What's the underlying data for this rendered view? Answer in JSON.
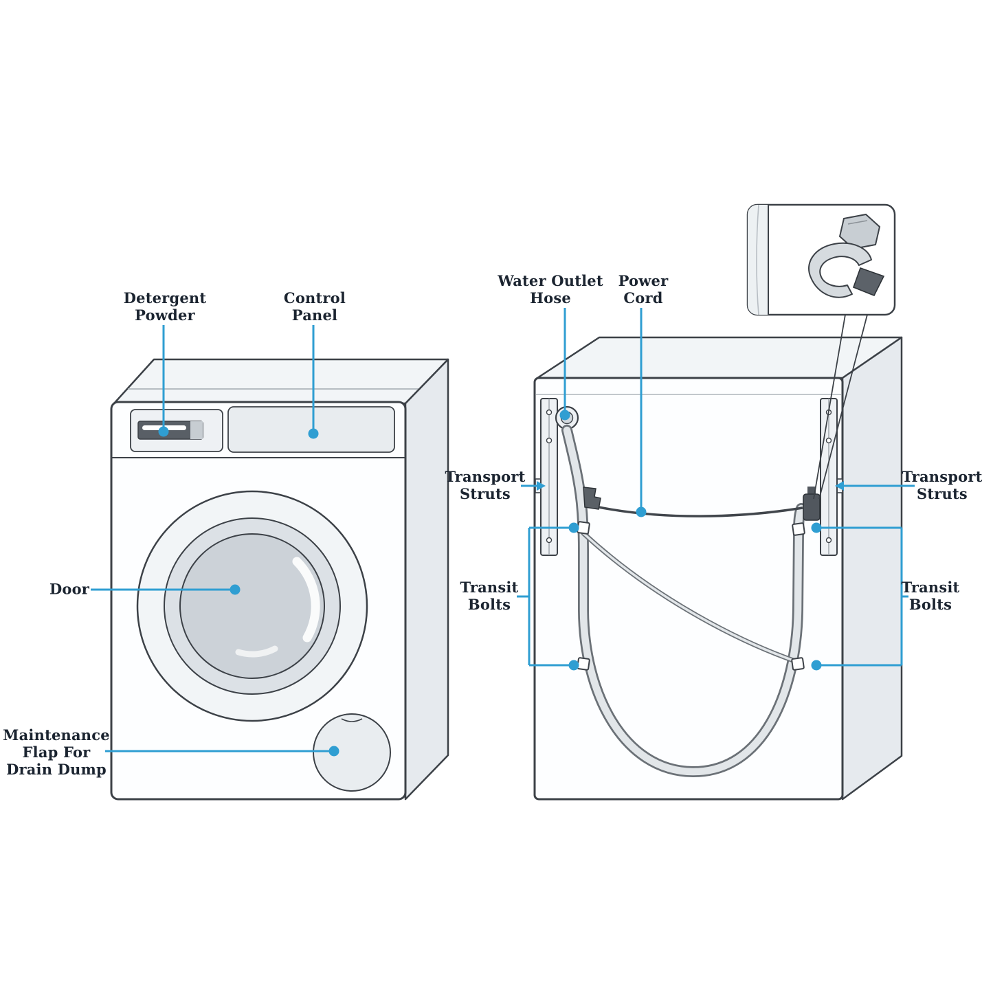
{
  "colors": {
    "accent": "#2f9ed2",
    "text": "#1b2430",
    "outline": "#3c4147"
  },
  "labels": {
    "detergent_powder": "Detergent\nPowder",
    "control_panel": "Control\nPanel",
    "door": "Door",
    "maintenance_flap": "Maintenance\nFlap For\nDrain Dump",
    "water_outlet_hose": "Water Outlet\nHose",
    "power_cord": "Power\nCord",
    "transport_struts_left": "Transport\nStruts",
    "transport_struts_right": "Transport\nStruts",
    "transit_bolts_left": "Transit\nBolts",
    "transit_bolts_right": "Transit\nBolts"
  }
}
